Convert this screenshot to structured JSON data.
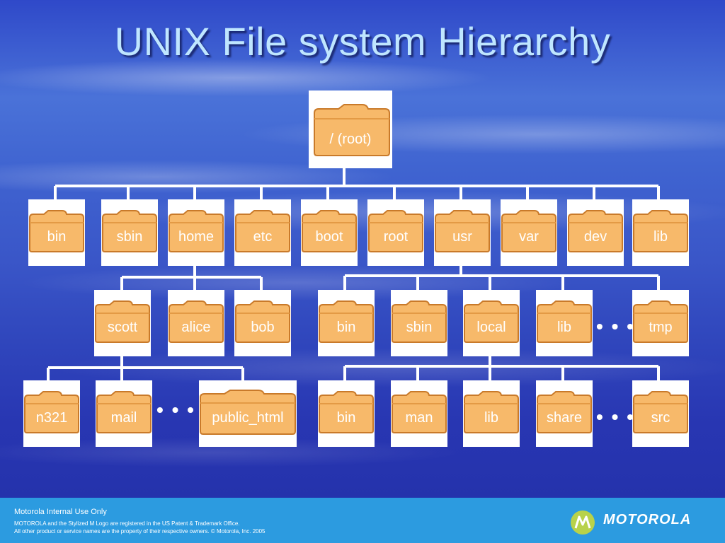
{
  "title": "UNIX File system Hierarchy",
  "tree": {
    "root": "/ (root)",
    "level1": [
      "bin",
      "sbin",
      "home",
      "etc",
      "boot",
      "root",
      "usr",
      "var",
      "dev",
      "lib"
    ],
    "home_children": [
      "scott",
      "alice",
      "bob"
    ],
    "usr_children": [
      "bin",
      "sbin",
      "local",
      "lib",
      "tmp"
    ],
    "scott_children": [
      "n321",
      "mail",
      "public_html"
    ],
    "local_children": [
      "bin",
      "man",
      "lib",
      "share",
      "src"
    ],
    "ellipsis": "• • •"
  },
  "footer": {
    "internal": "Motorola Internal Use Only",
    "legal1": "MOTOROLA and the Stylized M Logo are registered in the US Patent & Trademark Office.",
    "legal2": "All other product or service names are the property of their respective owners. © Motorola, Inc. 2005",
    "brand": "MOTOROLA"
  },
  "colors": {
    "folder_fill": "#f7b96a",
    "folder_edge": "#c97a2a",
    "footer_bg": "#2c9be0",
    "logo_green": "#b8d24a"
  }
}
